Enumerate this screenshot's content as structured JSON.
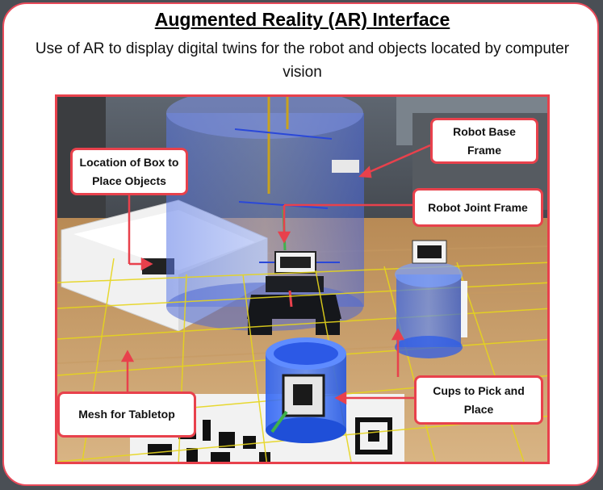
{
  "header": {
    "title": "Augmented Reality (AR) Interface ",
    "subtitle": "Use of AR to display digital twins for the robot and objects located by computer vision"
  },
  "callouts": {
    "robot_base_frame": "Robot Base Frame",
    "box_location": "Location of Box to Place Objects",
    "robot_joint_frame": "Robot Joint Frame",
    "cups": "Cups to Pick and Place",
    "tabletop_mesh": "Mesh for Tabletop"
  },
  "colors": {
    "accent_red": "#e8414c",
    "hologram_blue": "#3a6cf0",
    "mesh_yellow": "#e6d51c"
  }
}
